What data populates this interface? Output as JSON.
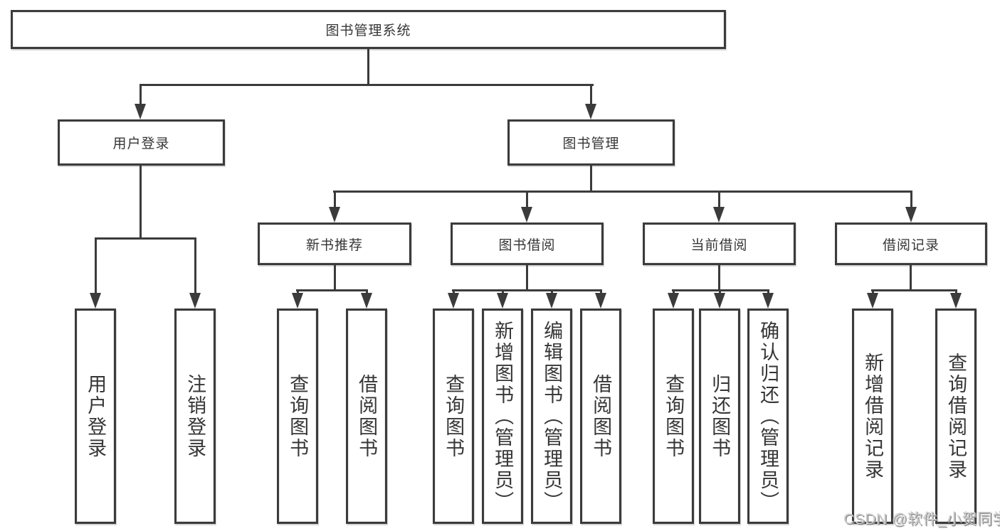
{
  "colors": {
    "line": "#3b3b3b",
    "text": "#363636",
    "background": "#ffffff",
    "watermark": "#cfcfcf"
  },
  "watermark": "CSDN @软件_小贺同学",
  "tree": {
    "root": "图书管理系统",
    "branches": [
      {
        "label": "用户登录",
        "children": [
          "用户登录",
          "注销登录"
        ]
      },
      {
        "label": "图书管理",
        "groups": [
          {
            "label": "新书推荐",
            "children": [
              "查询图书",
              "借阅图书"
            ]
          },
          {
            "label": "图书借阅",
            "children": [
              "查询图书",
              "新增图书（管理员）",
              "编辑图书（管理员）",
              "借阅图书"
            ]
          },
          {
            "label": "当前借阅",
            "children": [
              "查询图书",
              "归还图书",
              "确认归还（管理员）"
            ]
          },
          {
            "label": "借阅记录",
            "children": [
              "新增借阅记录",
              "查询借阅记录"
            ]
          }
        ]
      }
    ]
  }
}
